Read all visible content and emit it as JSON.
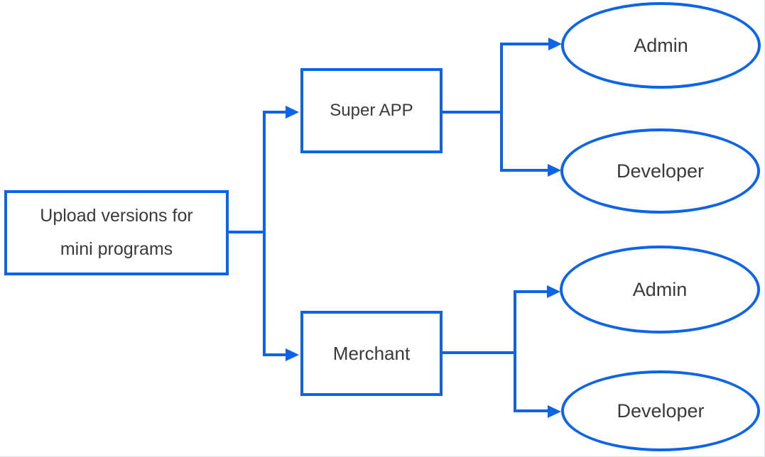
{
  "page": {
    "background": "#ffffff",
    "frame_border_color": "#dfe3e8"
  },
  "diagram": {
    "type": "flowchart",
    "line_color": "#0c64e8",
    "text_color": "#3a3a3a",
    "nodes": {
      "root": {
        "shape": "rectangle",
        "label": "Upload versions for mini programs",
        "lines": [
          "Upload versions for",
          "mini programs"
        ]
      },
      "super_app": {
        "shape": "rectangle",
        "label": "Super APP"
      },
      "merchant": {
        "shape": "rectangle",
        "label": "Merchant"
      },
      "super_app_admin": {
        "shape": "ellipse",
        "label": "Admin"
      },
      "super_app_developer": {
        "shape": "ellipse",
        "label": "Developer"
      },
      "merchant_admin": {
        "shape": "ellipse",
        "label": "Admin"
      },
      "merchant_developer": {
        "shape": "ellipse",
        "label": "Developer"
      }
    },
    "edges": [
      {
        "from": "root",
        "to": "super_app"
      },
      {
        "from": "root",
        "to": "merchant"
      },
      {
        "from": "super_app",
        "to": "super_app_admin"
      },
      {
        "from": "super_app",
        "to": "super_app_developer"
      },
      {
        "from": "merchant",
        "to": "merchant_admin"
      },
      {
        "from": "merchant",
        "to": "merchant_developer"
      }
    ]
  }
}
